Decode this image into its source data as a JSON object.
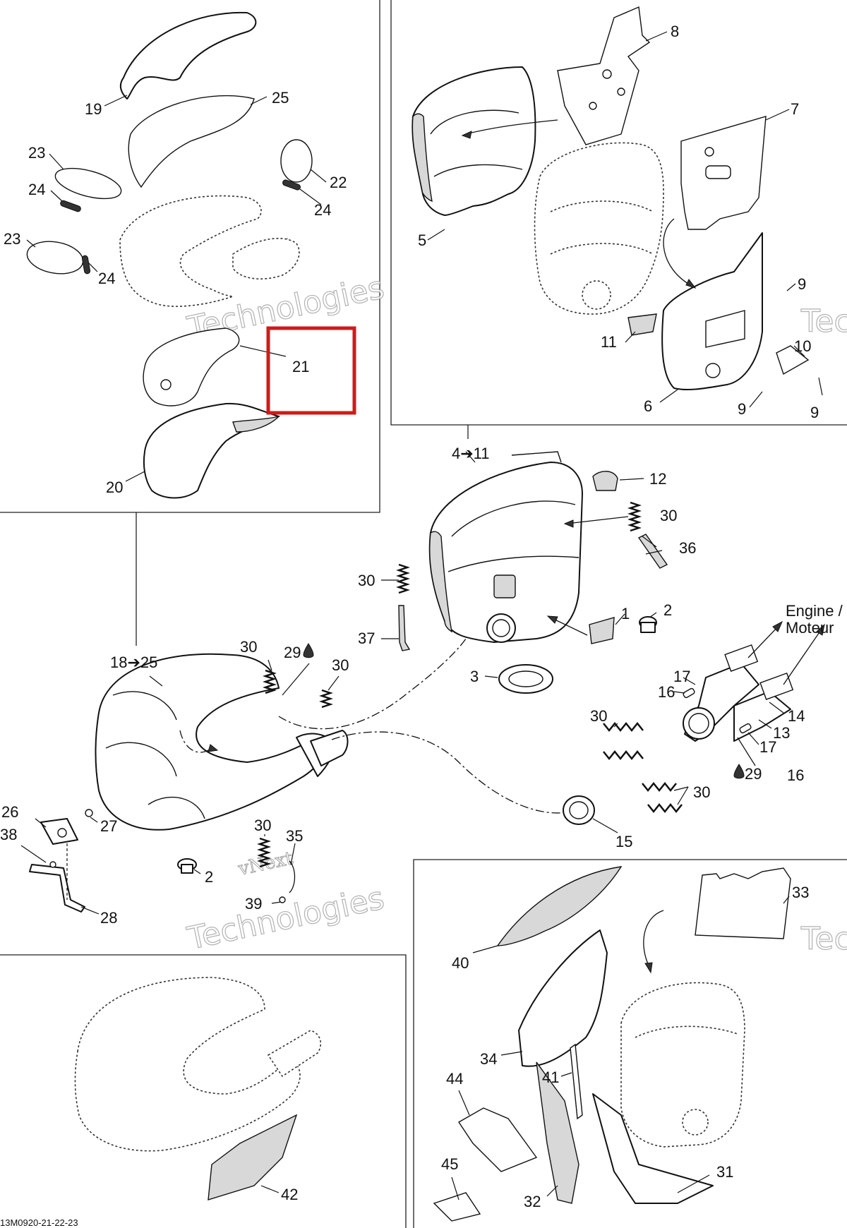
{
  "diagram_code": "13M0920-21-22-23",
  "watermark": {
    "line1": "vNext Technologies",
    "line2": "Technologies",
    "line3": "vNext"
  },
  "labels": {
    "l19": "19",
    "l25": "25",
    "l23a": "23",
    "l22": "22",
    "l24a": "24",
    "l24b": "24",
    "l23b": "23",
    "l24c": "24",
    "l21": "21",
    "l20": "20",
    "l8": "8",
    "l7": "7",
    "l5": "5",
    "l9a": "9",
    "l11": "11",
    "l10": "10",
    "l6": "6",
    "l9b": "9",
    "l9c": "9",
    "l4to11": "4➔11",
    "l12": "12",
    "l30a": "30",
    "l36": "36",
    "l30b": "30",
    "l1": "1",
    "l2a": "2",
    "l37": "37",
    "l3": "3",
    "l18to25": "18➔25",
    "l30c": "30",
    "l29a": "29",
    "l30d": "30",
    "l17a": "17",
    "l16a": "16",
    "l14": "14",
    "l13": "13",
    "l17b": "17",
    "l29b": "29",
    "l16b": "16",
    "l30e": "30",
    "l30f": "30",
    "l15": "15",
    "l26": "26",
    "l27": "27",
    "l38": "38",
    "l30g": "30",
    "l35": "35",
    "l2b": "2",
    "l39": "39",
    "l28": "28",
    "l33": "33",
    "l40": "40",
    "l34": "34",
    "l41": "41",
    "l44": "44",
    "l45": "45",
    "l32": "32",
    "l31": "31",
    "l42": "42"
  },
  "engine_label": {
    "line1": "Engine /",
    "line2": "Moteur"
  },
  "highlight": {
    "target": "21",
    "color": "#d11a1a"
  },
  "icons": {
    "drop": "oil-drop-icon"
  }
}
